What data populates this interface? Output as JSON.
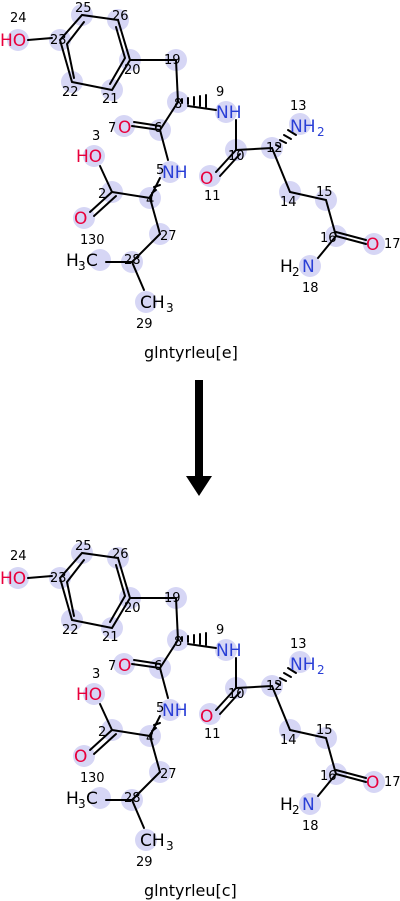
{
  "top_caption": "glntyrleu[e]",
  "bottom_caption": "glntyrleu[c]",
  "colors": {
    "oxygen": "#e8003c",
    "nitrogen": "#2a3fd6",
    "highlight": "#d6d6f5",
    "bond": "#000000"
  },
  "arrow": {
    "direction": "down"
  },
  "atoms": {
    "a1": "1",
    "a2": "2",
    "a3": "3",
    "a4": "4",
    "a5": "5",
    "a6": "6",
    "a7": "7",
    "a8": "8",
    "a9": "9",
    "a10": "10",
    "a11": "11",
    "a12": "12",
    "a13": "13",
    "a14": "14",
    "a15": "15",
    "a16": "16",
    "a17": "17",
    "a18": "18",
    "a19": "19",
    "a20": "20",
    "a21": "21",
    "a22": "22",
    "a23": "23",
    "a24": "24",
    "a25": "25",
    "a26": "26",
    "a27": "27",
    "a28": "28",
    "a29": "29",
    "a30": "30"
  },
  "labels": {
    "HO": "HO",
    "O": "O",
    "NH": "NH",
    "NH2_base": "NH",
    "sub2": "2",
    "H2N_base": "H",
    "H2N_N": "N",
    "H3C_base": "H",
    "sub3": "3",
    "H3C_C": "C",
    "CH3_base": "CH"
  }
}
